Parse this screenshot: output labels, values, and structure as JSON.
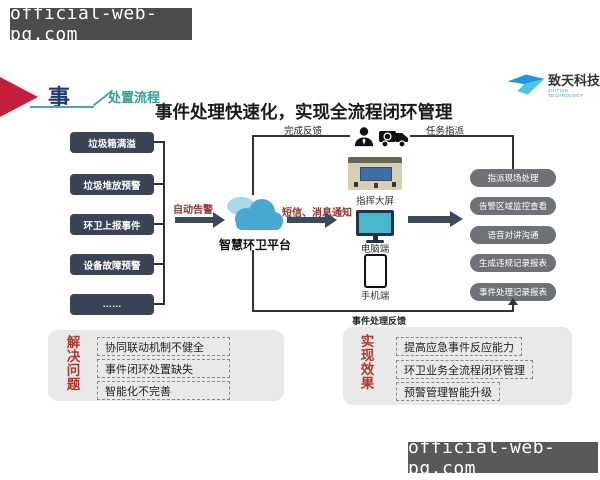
{
  "watermark": {
    "top_text": "official-web-pg.com",
    "bottom_text": "official-web-pg.com"
  },
  "header": {
    "section_char": "事",
    "section_tag": "处置流程",
    "title": "事件处理快速化，实现全流程闭环管理",
    "logo_name": "致天科技",
    "logo_sub": "ZHITIAN TECHNOLOGY"
  },
  "flow": {
    "sources": [
      "垃圾箱满溢",
      "垃圾堆放预警",
      "环卫上报事件",
      "设备故障预警",
      "……"
    ],
    "auto_alert_label": "自动告警",
    "platform_label": "智慧环卫平台",
    "notify_label": "短信、消息通知",
    "complete_feedback_label": "完成反馈",
    "task_assign_label": "任务指派",
    "event_feedback_label": "事件处理反馈",
    "devices": [
      "指挥大屏",
      "电脑端",
      "手机端"
    ],
    "actions": [
      "指派现场处理",
      "告警区域监控查看",
      "语音对讲沟通",
      "生成违规记录报表",
      "事件处理记录报表"
    ]
  },
  "problems": {
    "title": "解决问题",
    "items": [
      "协同联动机制不健全",
      "事件闭环处置缺失",
      "智能化不完善"
    ]
  },
  "effects": {
    "title": "实现效果",
    "items": [
      "提高应急事件反应能力",
      "环卫业务全流程闭环管理",
      "预警管理智能升级"
    ]
  },
  "colors": {
    "accent_red": "#c41f3a",
    "label_red": "#8f342e",
    "panel_title_red": "#b5342c",
    "teal": "#2fa096",
    "navy": "#1e3a6e",
    "source_box": "#3a4456",
    "action_button": "#6e7276",
    "arrow": "#3d4a5c",
    "cloud_main": "#4aa8d0",
    "cloud_light": "#a9d9e8",
    "logo_blue": "#2196d8",
    "panel_bg": "#e9e9e9",
    "watermark_bg": "#4c4c4c"
  }
}
